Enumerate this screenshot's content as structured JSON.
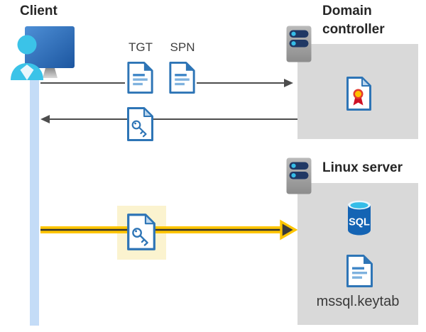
{
  "client": {
    "label": "Client"
  },
  "tickets": {
    "tgt_label": "TGT",
    "spn_label": "SPN"
  },
  "domain_controller": {
    "label": "Domain controller"
  },
  "linux_server": {
    "label": "Linux server",
    "sql_label": "SQL",
    "keytab_label": "mssql.keytab"
  },
  "icons": {
    "client": "user-at-monitor-icon",
    "servers": "server-icon",
    "tickets": "document-icon",
    "key_ticket": "key-document-icon",
    "certificate": "certificate-icon",
    "database": "sql-database-icon"
  },
  "colors": {
    "accent_blue": "#2E75B6",
    "doc_line_blue": "#7FB2DE",
    "monitor_blue_dark": "#1C56A0",
    "person_cyan": "#3BC3E8",
    "session_line_blue": "#C4DCF7",
    "box_gray": "#D9D9D9",
    "arrow_gray": "#4D4D4D",
    "kerberos_yellow": "#FDC500",
    "highlight_cream": "#FBF3CF",
    "server_navy": "#203864",
    "sql_blue": "#1464B4",
    "cert_red": "#CE1126",
    "cert_gold": "#FFC000"
  }
}
